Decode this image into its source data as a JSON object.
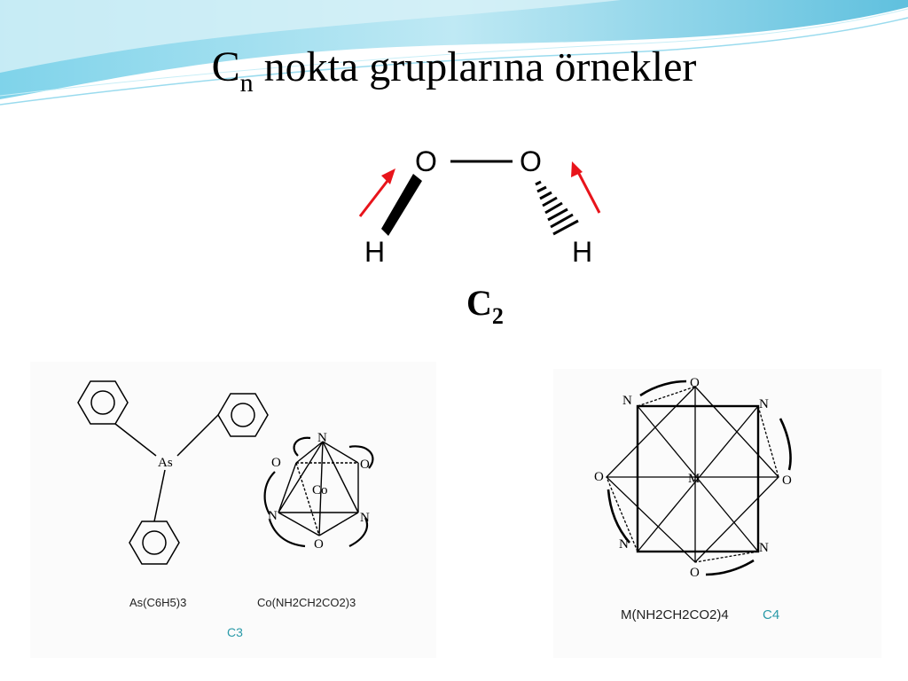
{
  "title": {
    "main": "C",
    "sub": "n",
    "rest": " nokta gruplarına örnekler"
  },
  "h2o2": {
    "atom_o_left": "O",
    "atom_o_right": "O",
    "atom_h_left": "H",
    "atom_h_right": "H",
    "group_main": "C",
    "group_sub": "2",
    "arrow_color": "#e8141b"
  },
  "left_panel": {
    "as_atom": "As",
    "co_atom": "Co",
    "n_atom": "N",
    "o_atom": "O",
    "formula_as": "As(C6H5)3",
    "formula_co": "Co(NH2CH2CO2)3",
    "group_label": "C3"
  },
  "right_panel": {
    "m_atom": "M",
    "n_atom": "N",
    "o_atom": "O",
    "formula": "M(NH2CH2CO2)4",
    "group_label": "C4"
  },
  "colors": {
    "accent_wave": "#5bc3e0",
    "group_label": "#2a9aa8",
    "arrow": "#e8141b"
  }
}
